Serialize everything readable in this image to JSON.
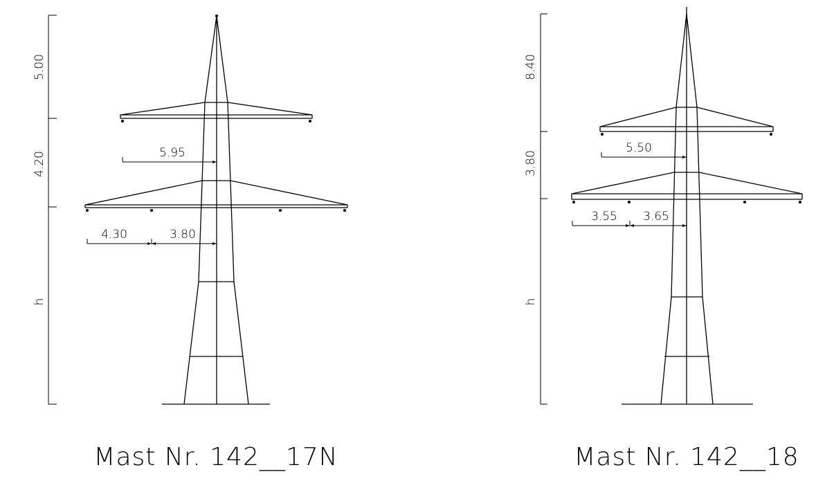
{
  "masts": [
    {
      "title": "Mast Nr. 142__17N",
      "vertical_dims": [
        "5.00",
        "4.20",
        "h"
      ],
      "horizontal_dims": {
        "upper": "5.95",
        "lower_outer": "4.30",
        "lower_inner": "3.80"
      }
    },
    {
      "title": "Mast Nr. 142__18",
      "vertical_dims": [
        "8.40",
        "3.80",
        "h"
      ],
      "horizontal_dims": {
        "upper": "5.50",
        "lower_outer": "3.55",
        "lower_inner": "3.65"
      }
    }
  ]
}
